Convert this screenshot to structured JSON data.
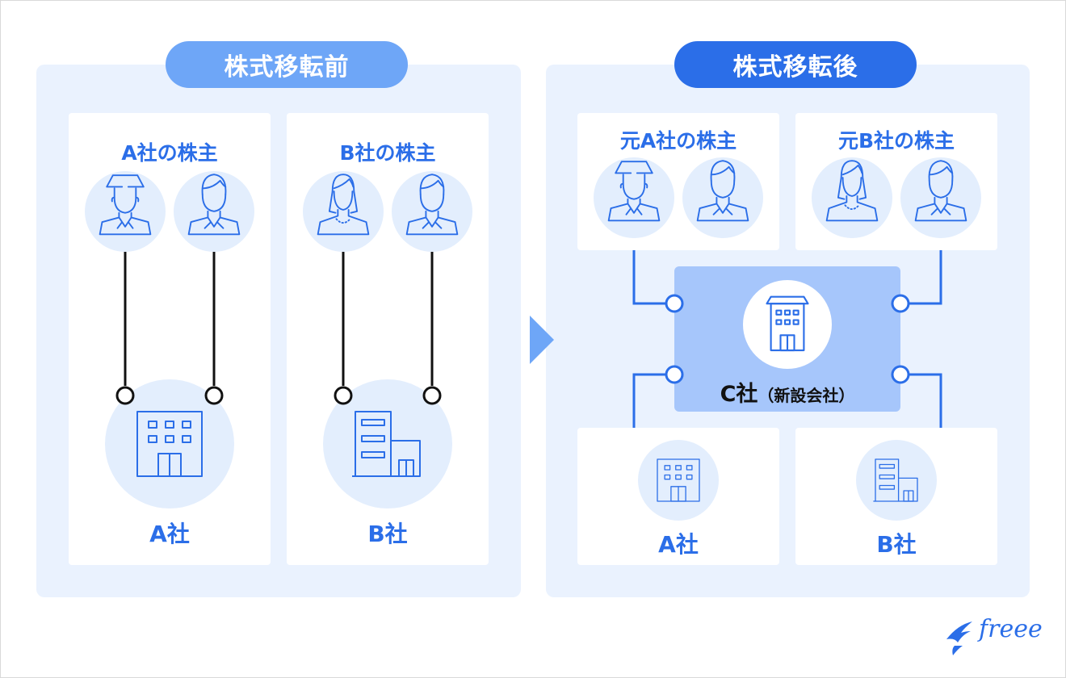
{
  "before": {
    "title": "株式移転前",
    "group_a": {
      "label": "A社の株主",
      "company": "A社"
    },
    "group_b": {
      "label": "B社の株主",
      "company": "B社"
    }
  },
  "after": {
    "title": "株式移転後",
    "group_a": {
      "label": "元A社の株主"
    },
    "group_b": {
      "label": "元B社の株主"
    },
    "new_company": {
      "name": "C社",
      "note": "（新設会社）"
    },
    "company_a": "A社",
    "company_b": "B社"
  },
  "brand": {
    "logo": "freee"
  },
  "colors": {
    "primary_blue": "#2b6ee8",
    "light_blue_pill": "#6ea6f7",
    "panel_bg": "#eaf2fe",
    "icon_circle": "#e3eefd",
    "c_block": "#a6c6fb",
    "arrow": "#6ea6f7"
  },
  "icons": [
    "man-with-hat-icon",
    "man-icon",
    "woman-icon",
    "man-icon",
    "office-building-icon",
    "company-building-icon",
    "arrow-right-icon"
  ]
}
